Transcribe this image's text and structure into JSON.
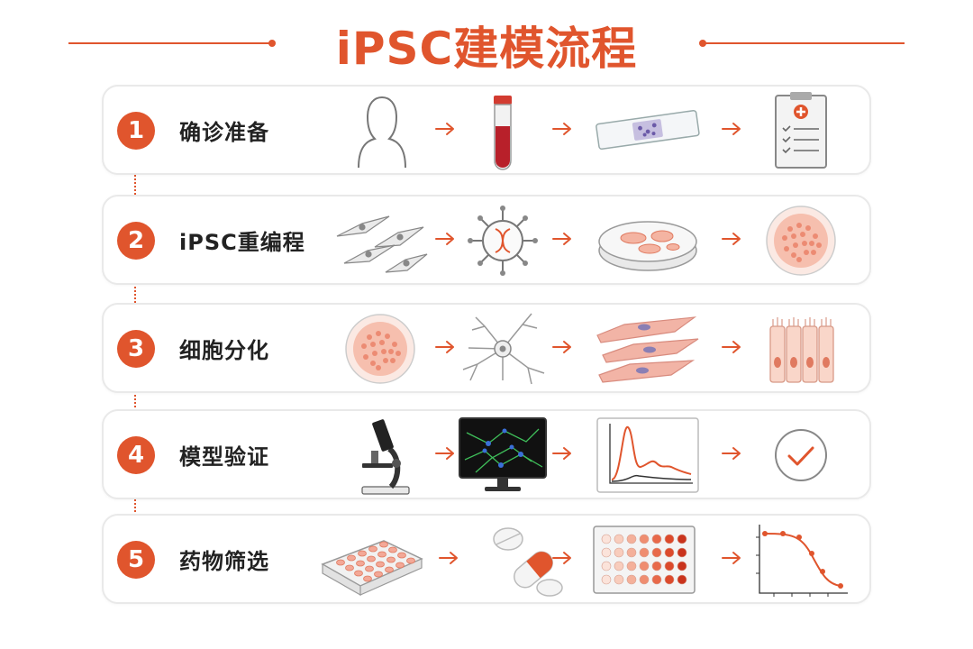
{
  "title": "iPSC建模流程",
  "accent_color": "#e0552d",
  "steps": [
    {
      "number": "1",
      "label": "确诊准备",
      "icons": [
        "patient-silhouette-icon",
        "blood-tube-icon",
        "tissue-slide-icon",
        "medical-clipboard-icon"
      ]
    },
    {
      "number": "2",
      "label": "iPSC重编程",
      "icons": [
        "fibroblast-cells-icon",
        "virus-vector-icon",
        "petri-dish-icon",
        "ipsc-colony-icon"
      ]
    },
    {
      "number": "3",
      "label": "细胞分化",
      "icons": [
        "ipsc-colony-icon",
        "neuron-icon",
        "cardiomyocytes-icon",
        "epithelial-cells-icon"
      ]
    },
    {
      "number": "4",
      "label": "模型验证",
      "icons": [
        "microscope-icon",
        "fluorescence-monitor-icon",
        "signal-graph-icon",
        "checkmark-circle-icon"
      ]
    },
    {
      "number": "5",
      "label": "药物筛选",
      "icons": [
        "well-plate-icon",
        "pills-icon",
        "plate-heatmap-icon",
        "dose-response-curve-icon"
      ]
    }
  ]
}
